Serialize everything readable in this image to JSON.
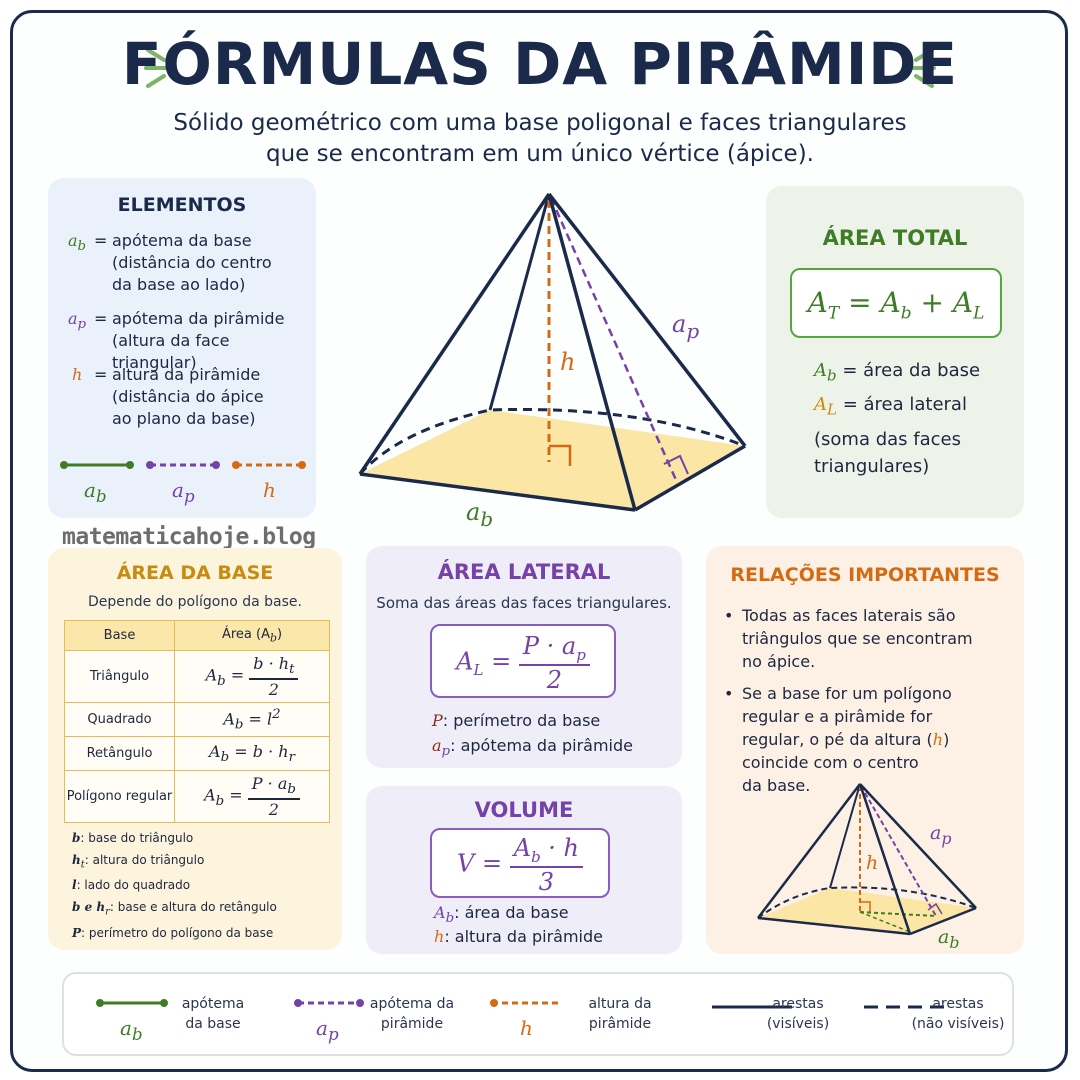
{
  "title": "FÓRMULAS DA PIRÂMIDE",
  "subtitle": {
    "line1": "Sólido geométrico com uma base poligonal e faces triangulares",
    "line2": "que se encontram em um único vértice (ápice)."
  },
  "watermark": "matematicahoje.blog",
  "colors": {
    "green": "#3e7c26",
    "purple": "#7542a8",
    "orange": "#d46b12",
    "navy": "#1b2a4a",
    "base_fill": "#fbe6a6"
  },
  "elementos": {
    "title": "ELEMENTOS",
    "items": [
      {
        "symbol": "a",
        "sub": "b",
        "eq": "=",
        "lines": [
          "apótema da base",
          "(distância do centro",
          "da base ao lado)"
        ]
      },
      {
        "symbol": "a",
        "sub": "p",
        "eq": "=",
        "lines": [
          "apótema da pirâmide",
          "(altura da face triangular)"
        ]
      },
      {
        "symbol": "h",
        "sub": "",
        "eq": "=",
        "lines": [
          "altura da pirâmide",
          "(distância do ápice",
          "ao plano da base)"
        ]
      }
    ],
    "legend": [
      {
        "symbol": "a",
        "sub": "b"
      },
      {
        "symbol": "a",
        "sub": "p"
      },
      {
        "symbol": "h",
        "sub": ""
      }
    ]
  },
  "diagram": {
    "label_h": "h",
    "label_ap": {
      "symbol": "a",
      "sub": "p"
    },
    "label_ab": {
      "symbol": "a",
      "sub": "b"
    }
  },
  "area_total": {
    "title": "ÁREA TOTAL",
    "formula": {
      "lhs": "A",
      "lhs_sub": "T",
      "eq": "=",
      "t1": "A",
      "t1_sub": "b",
      "plus": "+",
      "t2": "A",
      "t2_sub": "L"
    },
    "defs": [
      {
        "symbol": "A",
        "sub": "b",
        "text": "= área da base"
      },
      {
        "symbol": "A",
        "sub": "L",
        "text": "= área lateral"
      }
    ],
    "note_lines": [
      "(soma das faces",
      "triangulares)"
    ]
  },
  "area_base": {
    "title": "ÁREA DA BASE",
    "subtitle": "Depende do polígono da base.",
    "header": {
      "col1": "Base",
      "col2": "Área (A",
      "col2_sub": "b",
      "col2_end": ")"
    },
    "rows": [
      {
        "name": "Triângulo",
        "lhs": "A",
        "lhs_sub": "b",
        "eq": "=",
        "num": "b · h",
        "num_sub": "t",
        "den": "2"
      },
      {
        "name": "Quadrado",
        "lhs": "A",
        "lhs_sub": "b",
        "eq": "=",
        "expr": "l",
        "sup": "2"
      },
      {
        "name": "Retângulo",
        "lhs": "A",
        "lhs_sub": "b",
        "eq": "=",
        "expr": "b · h",
        "expr_sub": "r"
      },
      {
        "name": "Polígono regular",
        "lhs": "A",
        "lhs_sub": "b",
        "eq": "=",
        "num": "P · a",
        "num_sub": "b",
        "den": "2"
      }
    ],
    "notes": [
      {
        "sym": "b",
        "sub": "",
        "text": ": base do triângulo"
      },
      {
        "sym": "h",
        "sub": "t",
        "text": ": altura do triângulo"
      },
      {
        "sym": "l",
        "sub": "",
        "text": ": lado do quadrado"
      },
      {
        "sym": "b e h",
        "sub": "r",
        "text": ": base e altura do retângulo"
      },
      {
        "sym": "P",
        "sub": "",
        "text": ": perímetro do polígono da base"
      }
    ]
  },
  "area_lateral": {
    "title": "ÁREA LATERAL",
    "subtitle": "Soma das áreas das faces triangulares.",
    "formula": {
      "lhs": "A",
      "lhs_sub": "L",
      "eq": "=",
      "num": "P · a",
      "num_sub": "p",
      "den": "2"
    },
    "defs": [
      {
        "symbol": "P",
        "sub": "",
        "text": ": perímetro da base"
      },
      {
        "symbol": "a",
        "sub": "p",
        "text": ": apótema da pirâmide"
      }
    ]
  },
  "volume": {
    "title": "VOLUME",
    "formula": {
      "lhs": "V",
      "eq": "=",
      "num": "A",
      "num_sub": "b",
      "num_end": " · h",
      "den": "3"
    },
    "defs": [
      {
        "symbol": "A",
        "sub": "b",
        "text": ": área da base"
      },
      {
        "symbol": "h",
        "sub": "",
        "text": ": altura da pirâmide"
      }
    ]
  },
  "relacoes": {
    "title": "RELAÇÕES IMPORTANTES",
    "b1_lines": [
      "Todas as faces laterais são",
      "triângulos que se encontram",
      "no ápice."
    ],
    "b2_lines": [
      "Se a base for um polígono",
      "regular e a pirâmide for",
      "regular, o pé da altura (",
      "coincide com o centro",
      "da base."
    ],
    "b2_h": "h",
    "b2_close": ")",
    "label_h": "h",
    "label_ap": {
      "symbol": "a",
      "sub": "p"
    },
    "label_ab": {
      "symbol": "a",
      "sub": "b"
    }
  },
  "legend": [
    {
      "symbol": "a",
      "sub": "b",
      "lines": [
        "apótema",
        "da base"
      ]
    },
    {
      "symbol": "a",
      "sub": "p",
      "lines": [
        "apótema da",
        "pirâmide"
      ]
    },
    {
      "symbol": "h",
      "sub": "",
      "lines": [
        "altura da",
        "pirâmide"
      ]
    },
    {
      "symbol": "",
      "sub": "",
      "lines": [
        "arestas",
        "(visíveis)"
      ]
    },
    {
      "symbol": "",
      "sub": "",
      "lines": [
        "arestas",
        "(não visíveis)"
      ]
    }
  ]
}
